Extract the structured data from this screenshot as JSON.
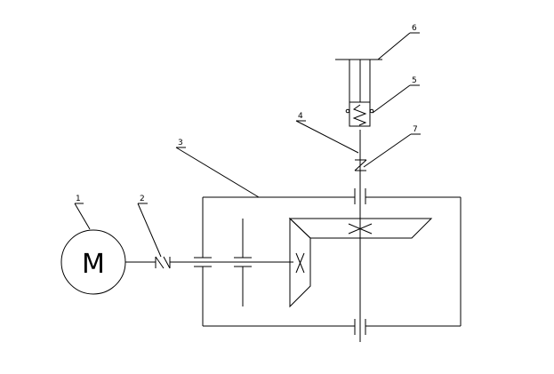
{
  "labels": {
    "motor_number": "1",
    "coupling_number": "2",
    "gearbox_number": "3",
    "shaft_number": "4",
    "spring_number": "5",
    "top_frame_number": "6",
    "clutch_number": "7"
  },
  "motor_symbol": "M"
}
